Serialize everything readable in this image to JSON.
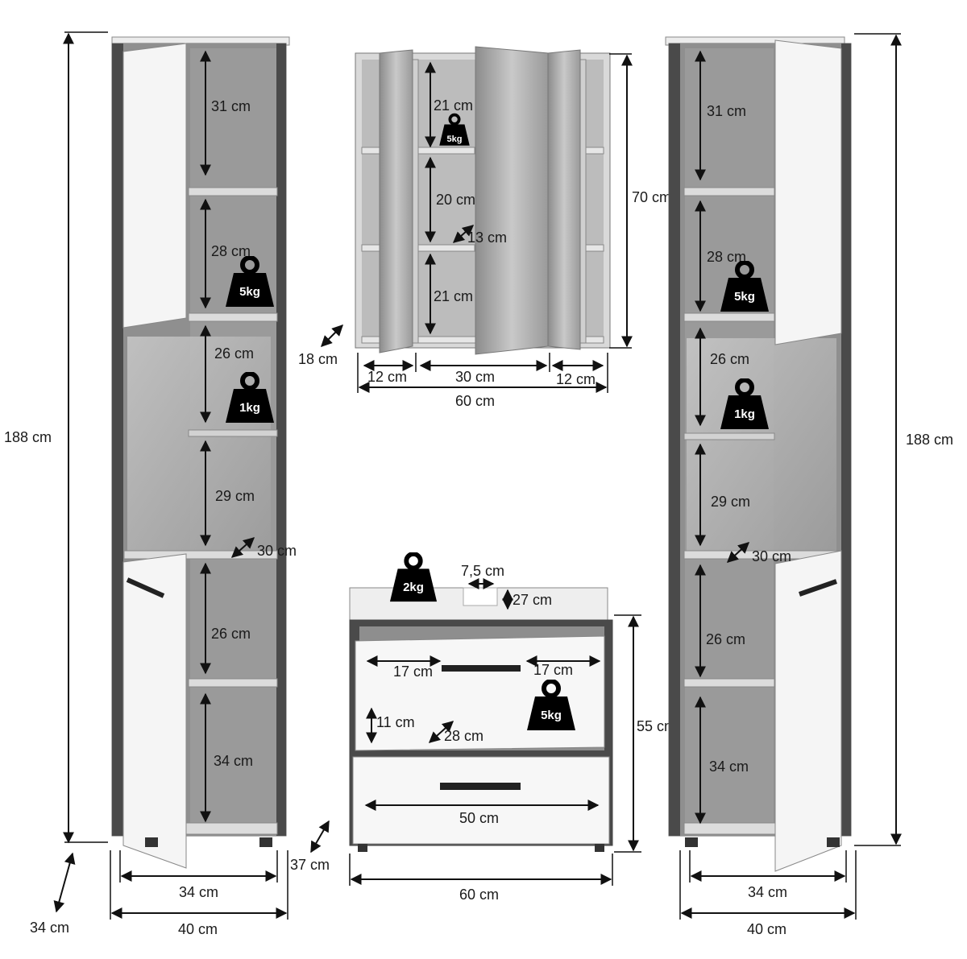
{
  "left_tall_cabinet": {
    "height_label": "188 cm",
    "depth_label": "34 cm",
    "inner_width_label": "34 cm",
    "outer_width_label": "40 cm",
    "shelf_labels": [
      "31 cm",
      "28 cm",
      "26 cm",
      "29 cm",
      "26 cm",
      "34 cm"
    ],
    "shelf_depth_label": "30 cm",
    "weights": [
      "5kg",
      "1kg"
    ]
  },
  "mirror_cabinet": {
    "shelf_labels": [
      "21 cm",
      "20 cm",
      "21 cm"
    ],
    "shelf_depth_label": "13 cm",
    "height_label": "70 cm",
    "depth_label": "18 cm",
    "left_width_label": "12 cm",
    "center_width_label": "30 cm",
    "right_width_label": "12 cm",
    "total_width_label": "60 cm",
    "weight": "5kg"
  },
  "vanity_unit": {
    "weight_top": "2kg",
    "hole_width_label": "7,5 cm",
    "hole_depth_label": "27 cm",
    "drawer_left_label": "17 cm",
    "drawer_right_label": "17 cm",
    "drawer_height_label": "11 cm",
    "drawer_depth_label": "28 cm",
    "drawer_weight": "5kg",
    "bottom_drawer_label": "50 cm",
    "height_label": "55 cm",
    "depth_label": "37 cm",
    "width_label": "60 cm"
  },
  "right_tall_cabinet": {
    "height_label": "188 cm",
    "inner_width_label": "34 cm",
    "outer_width_label": "40 cm",
    "shelf_labels": [
      "31 cm",
      "28 cm",
      "26 cm",
      "29 cm",
      "26 cm",
      "34 cm"
    ],
    "shelf_depth_label": "30 cm",
    "weights": [
      "5kg",
      "1kg"
    ]
  }
}
